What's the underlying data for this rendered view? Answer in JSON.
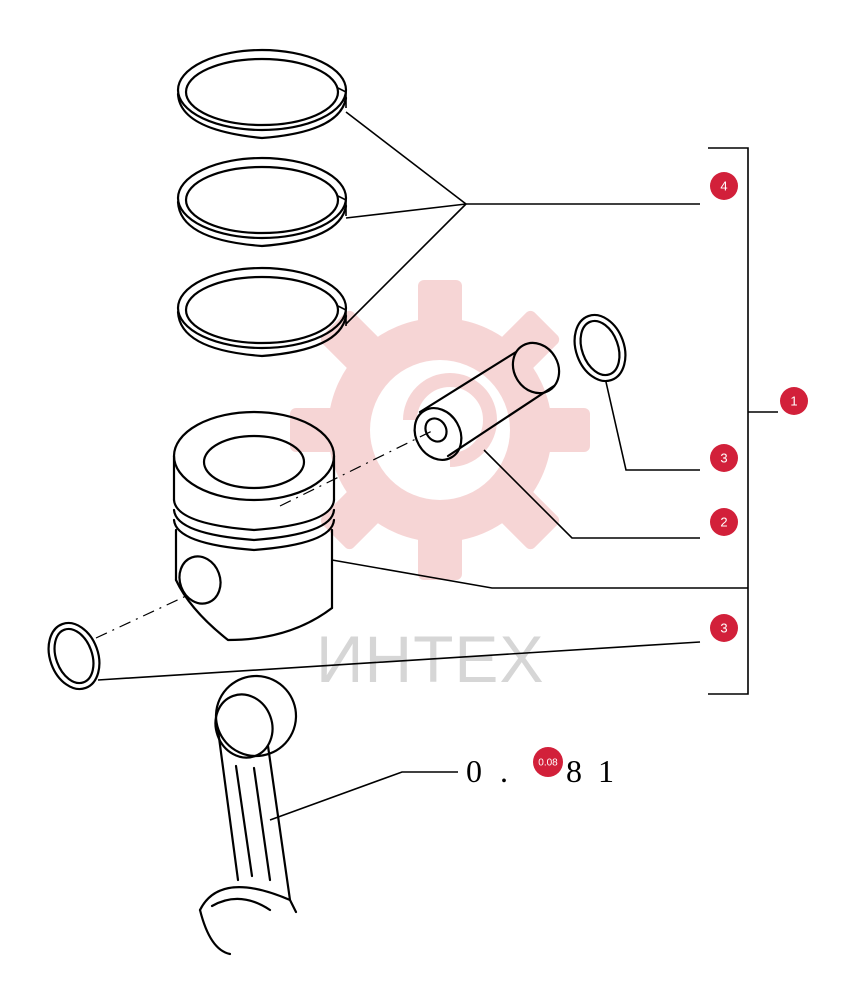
{
  "watermark": {
    "text": "ИНТЕХ",
    "color": "#f2c4c4",
    "text_color": "#d6d6d6"
  },
  "callouts": [
    {
      "label": "4"
    },
    {
      "label": "1"
    },
    {
      "label": "3"
    },
    {
      "label": "2"
    },
    {
      "label": "3"
    }
  ],
  "callout_color": "#d2203a",
  "reference": {
    "chars": [
      "0",
      ".",
      "8",
      "1"
    ],
    "badge": "0.08"
  }
}
